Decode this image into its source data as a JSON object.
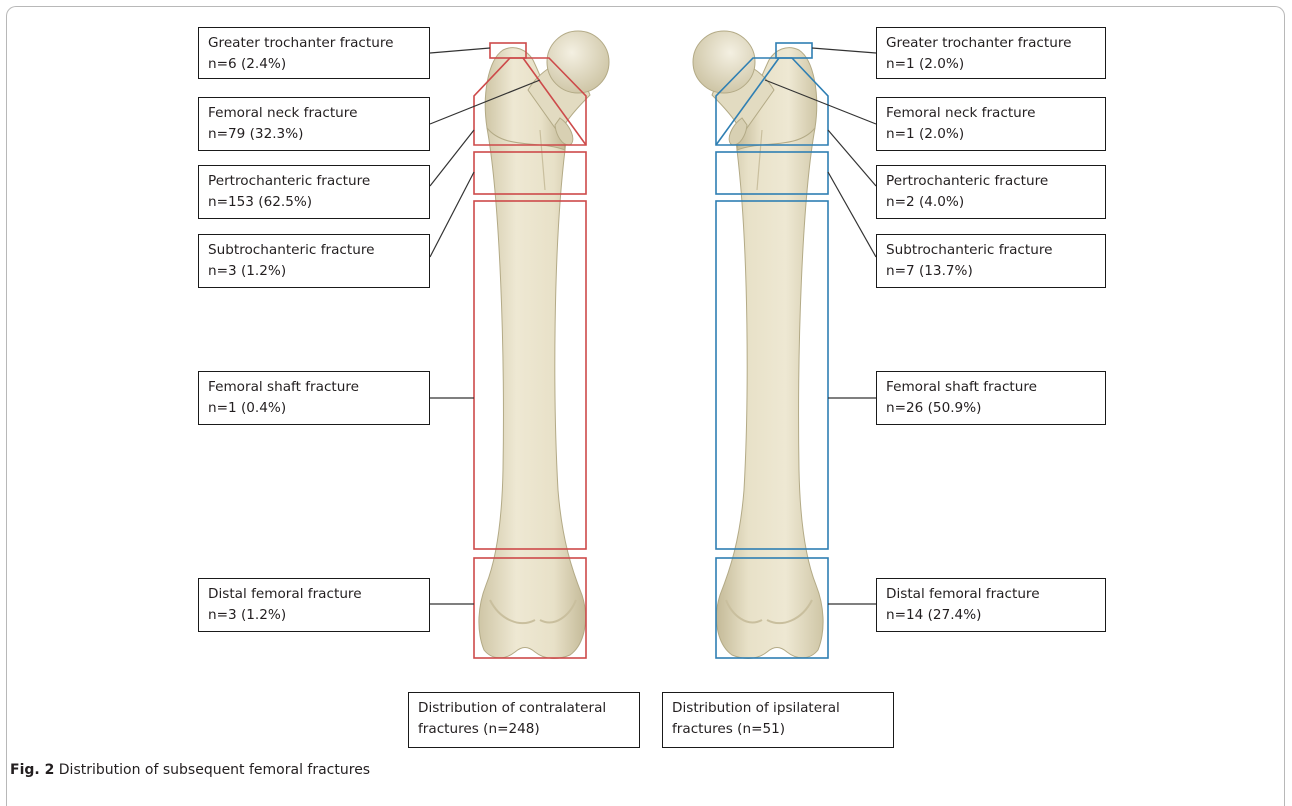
{
  "contralateral": {
    "color": "#cd4a4a",
    "labels": {
      "greater_trochanter": {
        "name": "Greater trochanter fracture",
        "stat": "n=6 (2.4%)"
      },
      "femoral_neck": {
        "name": "Femoral neck fracture",
        "stat": "n=79 (32.3%)"
      },
      "pertrochanteric": {
        "name": "Pertrochanteric fracture",
        "stat": "n=153 (62.5%)"
      },
      "subtrochanteric": {
        "name": "Subtrochanteric fracture",
        "stat": "n=3 (1.2%)"
      },
      "femoral_shaft": {
        "name": "Femoral shaft fracture",
        "stat": "n=1 (0.4%)"
      },
      "distal_femoral": {
        "name": "Distal femoral fracture",
        "stat": "n=3 (1.2%)"
      }
    },
    "summary": {
      "line1": "Distribution of contralateral",
      "line2": "fractures (n=248)"
    }
  },
  "ipsilateral": {
    "color": "#2f7fb3",
    "labels": {
      "greater_trochanter": {
        "name": "Greater trochanter fracture",
        "stat": "n=1 (2.0%)"
      },
      "femoral_neck": {
        "name": "Femoral neck fracture",
        "stat": "n=1 (2.0%)"
      },
      "pertrochanteric": {
        "name": "Pertrochanteric fracture",
        "stat": "n=2 (4.0%)"
      },
      "subtrochanteric": {
        "name": "Subtrochanteric fracture",
        "stat": "n=7 (13.7%)"
      },
      "femoral_shaft": {
        "name": "Femoral shaft fracture",
        "stat": "n=26 (50.9%)"
      },
      "distal_femoral": {
        "name": "Distal femoral fracture",
        "stat": "n=14 (27.4%)"
      }
    },
    "summary": {
      "line1": "Distribution of ipsilateral",
      "line2": "fractures (n=51)"
    }
  },
  "caption": {
    "fig": "Fig. 2",
    "text": "Distribution of subsequent femoral fractures"
  }
}
